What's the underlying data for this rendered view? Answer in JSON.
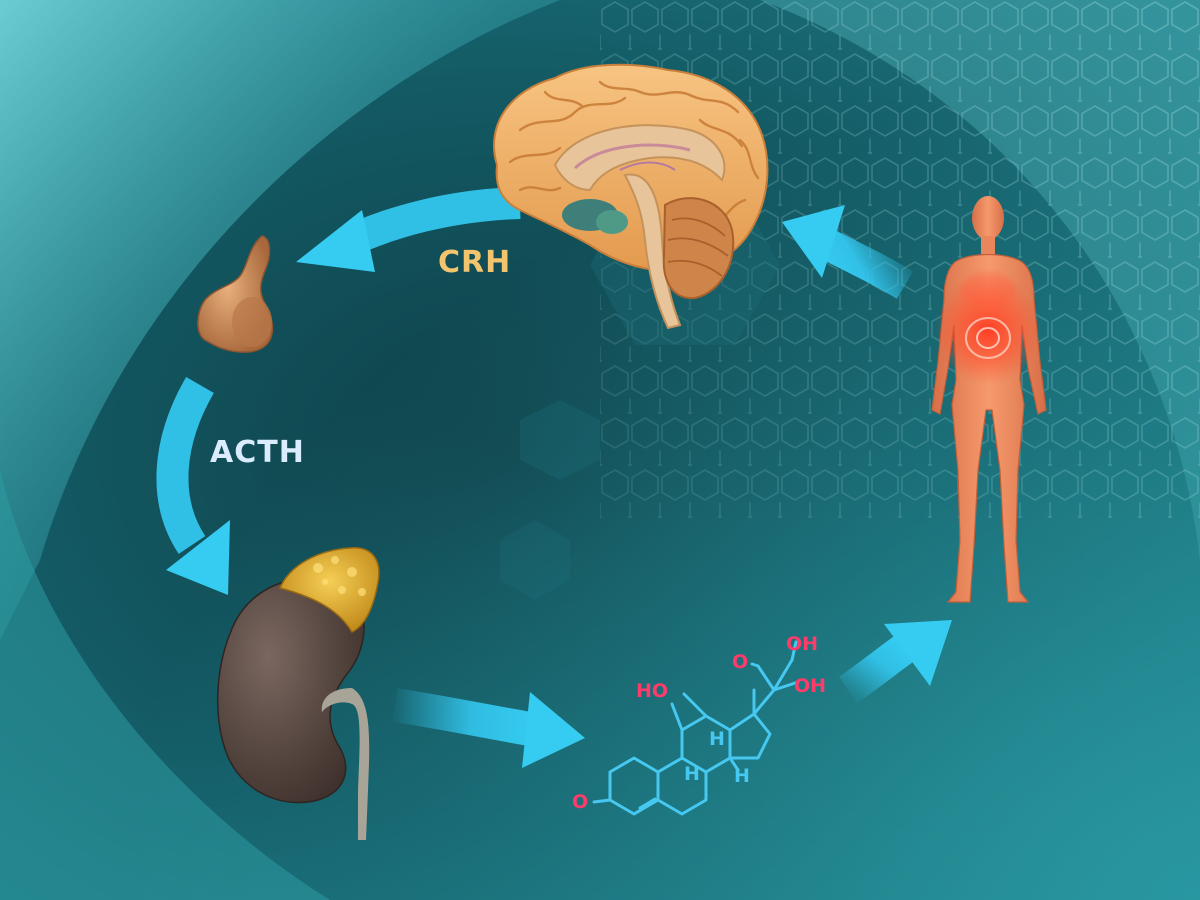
{
  "labels": {
    "crh": "CRH",
    "acth": "ACTH"
  },
  "molecule": {
    "atoms": {
      "ho_left": "HO",
      "o_keto_top": "O",
      "oh_top": "OH",
      "oh_right": "OH",
      "o_bottom": "O",
      "h_1": "H",
      "h_2": "H",
      "h_3": "H"
    }
  },
  "colors": {
    "background_dark": "#0f4a55",
    "background_light": "#5ec7cf",
    "arrow": "#33c6ee",
    "crh_label": "#f2c46e",
    "acth_label": "#dcecff",
    "molecule_bond": "#46c8f0",
    "molecule_oxygen": "#ff3b6a",
    "brain": "#f0aa5c",
    "pituitary": "#c88452",
    "kidney": "#5a4840",
    "adrenal": "#e2b236",
    "body": "#f08a5e",
    "inflammation": "#ff3a22"
  },
  "icons": [
    "brain-icon",
    "pituitary-gland-icon",
    "kidney-icon",
    "adrenal-gland-icon",
    "human-body-icon",
    "cortisol-molecule-icon"
  ]
}
